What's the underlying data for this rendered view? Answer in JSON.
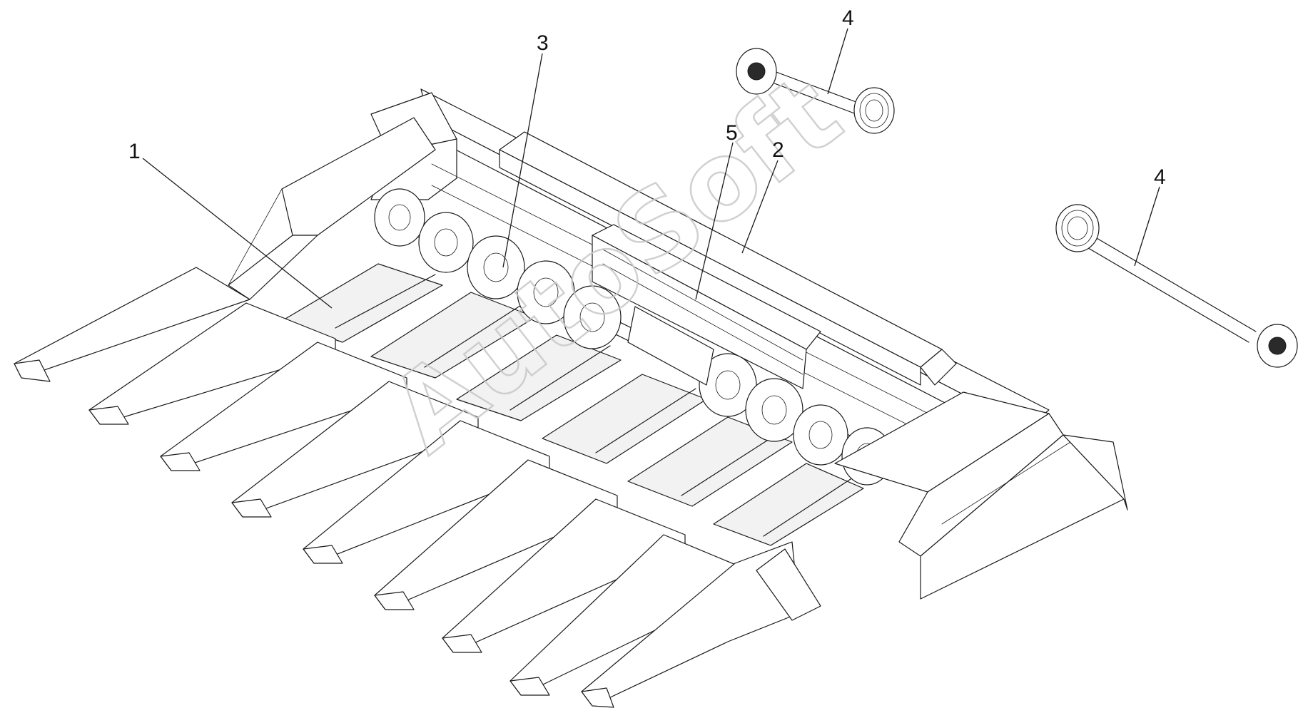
{
  "callouts": [
    {
      "id": "callout-1",
      "label": "1"
    },
    {
      "id": "callout-2",
      "label": "2"
    },
    {
      "id": "callout-3",
      "label": "3"
    },
    {
      "id": "callout-4a",
      "label": "4"
    },
    {
      "id": "callout-4b",
      "label": "4"
    },
    {
      "id": "callout-5",
      "label": "5"
    }
  ],
  "watermark": {
    "text": "AutoSoft"
  },
  "colors": {
    "line": "#1a1a1a",
    "background": "#ffffff",
    "watermark": "#c8c8c8"
  }
}
